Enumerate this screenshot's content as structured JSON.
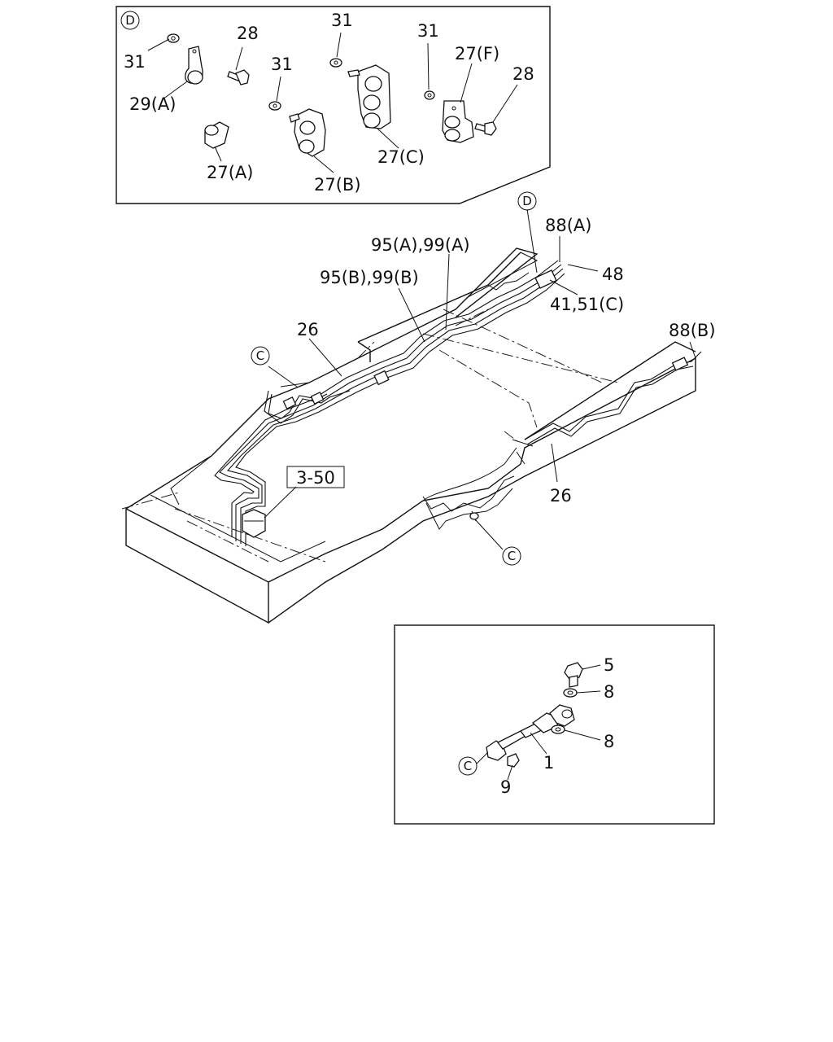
{
  "callouts": {
    "D_box": "D",
    "D_ref": "D",
    "C_left": "C",
    "C_mid": "C",
    "C_detail": "C",
    "ref_box": "3-50"
  },
  "detail_d": {
    "l31a": "31",
    "l28a": "28",
    "l29a": "29(A)",
    "l27a": "27(A)",
    "l31b": "31",
    "l27b": "27(B)",
    "l31c": "31",
    "l27c": "27(C)",
    "l31d": "31",
    "l27f": "27(F)",
    "l28b": "28"
  },
  "main": {
    "l88a": "88(A)",
    "l95a": "95(A),99(A)",
    "l95b": "95(B),99(B)",
    "l48": "48",
    "l41": "41,51(C)",
    "l88b": "88(B)",
    "l26a": "26",
    "l26b": "26"
  },
  "detail_c": {
    "l5": "5",
    "l8a": "8",
    "l8b": "8",
    "l1": "1",
    "l9": "9"
  }
}
